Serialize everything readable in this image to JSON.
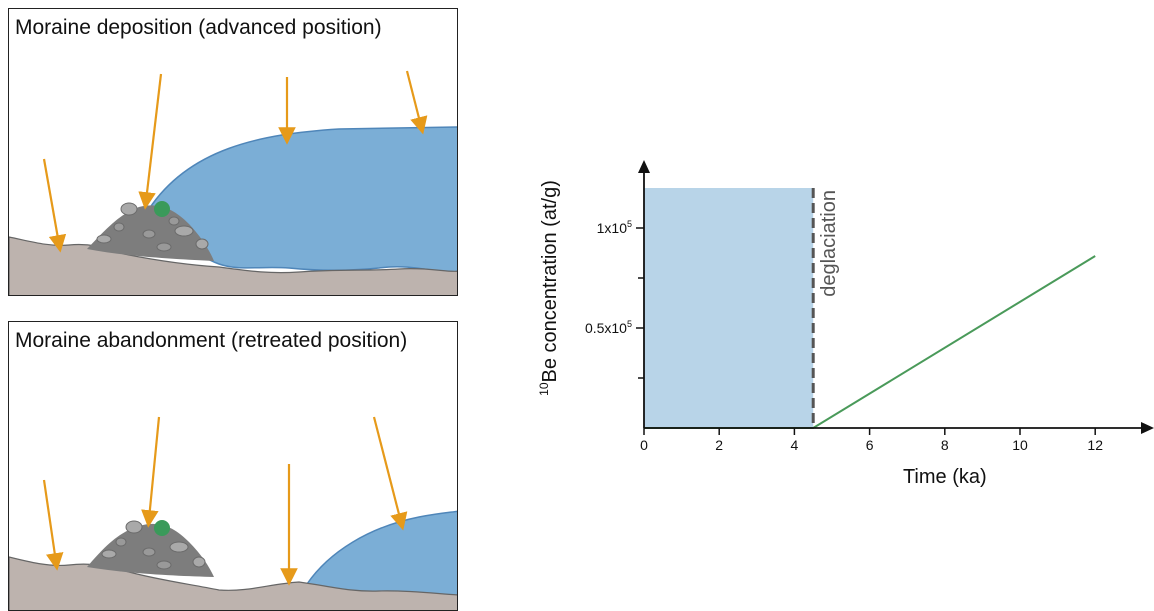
{
  "panels": {
    "top_title": "Moraine deposition (advanced position)",
    "bottom_title": "Moraine abandonment (retreated position)"
  },
  "colors": {
    "ice": "#7baed6",
    "ice_edge": "#4f86b9",
    "ground": "#bdb3ae",
    "moraine": "#7d7d7d",
    "boulder": "#a9a9a9",
    "arrow": "#e69a1a",
    "sample": "#3a9a5a",
    "shade": "#b8d4e8",
    "line": "#4a9a5a",
    "deglaciation_line": "#555555"
  },
  "icons": [
    "cosmic-ray-arrow-icon",
    "sample-marker-icon",
    "moraine-icon",
    "glacier-icon"
  ],
  "chart_data": {
    "type": "line",
    "xlabel": "Time (ka)",
    "ylabel_super": "10",
    "ylabel": "Be concentration (at/g)",
    "xlim": [
      0,
      12.5
    ],
    "ylim": [
      0,
      1.2
    ],
    "xticks": [
      0,
      2,
      4,
      6,
      8,
      10,
      12
    ],
    "xtick_labels": [
      "0",
      "2",
      "4",
      "6",
      "8",
      "10",
      "12"
    ],
    "yticks": [
      0.5,
      1.0
    ],
    "ytick_labels": [
      {
        "base": "0.5x10",
        "exp": "5"
      },
      {
        "base": "1x10",
        "exp": "5"
      }
    ],
    "yminor_ticks": [
      0.25,
      0.75
    ],
    "shaded_region": {
      "x0": 0,
      "x1": 4.5,
      "y0": 0,
      "y1": 1.2
    },
    "deglaciation_x": 4.5,
    "annotation": "deglaciation",
    "series": [
      {
        "x": [
          0,
          4.5,
          12
        ],
        "y": [
          0,
          0,
          0.86
        ]
      }
    ]
  }
}
